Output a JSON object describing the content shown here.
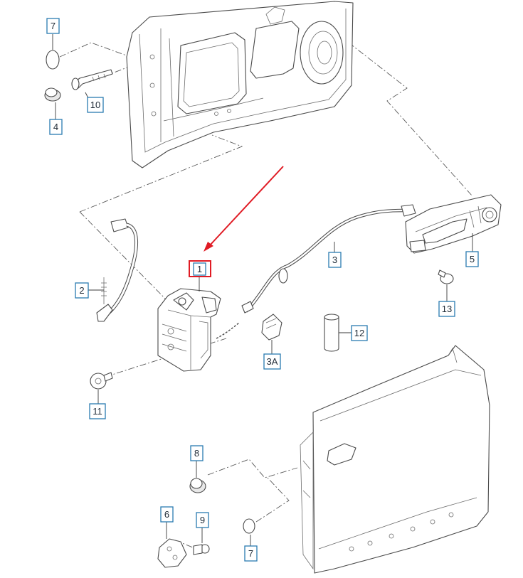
{
  "callouts": [
    {
      "id": "c7a",
      "label": "7"
    },
    {
      "id": "c10",
      "label": "10"
    },
    {
      "id": "c4",
      "label": "4"
    },
    {
      "id": "c1",
      "label": "1"
    },
    {
      "id": "c2",
      "label": "2"
    },
    {
      "id": "c3",
      "label": "3"
    },
    {
      "id": "c5",
      "label": "5"
    },
    {
      "id": "c13",
      "label": "13"
    },
    {
      "id": "c12",
      "label": "12"
    },
    {
      "id": "c3a",
      "label": "3A"
    },
    {
      "id": "c11",
      "label": "11"
    },
    {
      "id": "c8",
      "label": "8"
    },
    {
      "id": "c6",
      "label": "6"
    },
    {
      "id": "c9",
      "label": "9"
    },
    {
      "id": "c7b",
      "label": "7"
    }
  ],
  "highlight": {
    "callout": "1",
    "color": "#e01b24"
  },
  "colors": {
    "callout_border": "#2a7bb0",
    "highlight": "#e01b24",
    "line_art": "#4a4a4a"
  }
}
